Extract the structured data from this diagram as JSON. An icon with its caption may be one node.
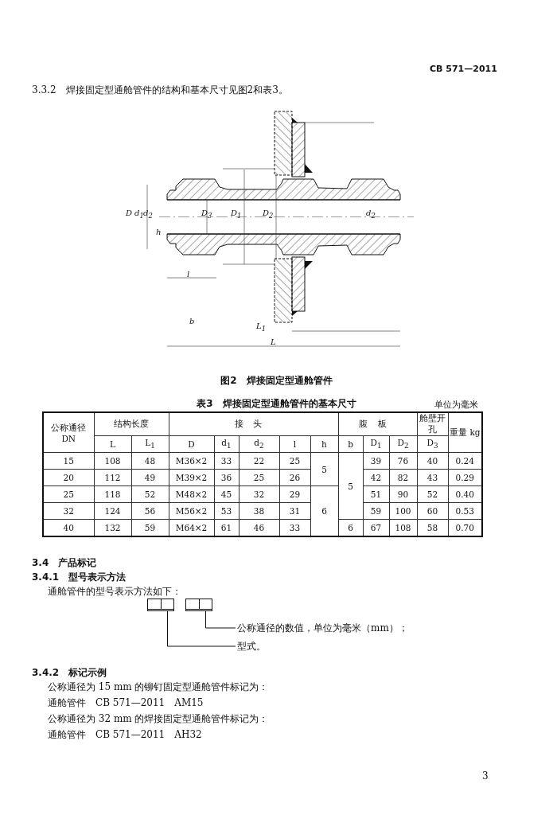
{
  "diagram": {
    "caption": "图2　焊接固定型通舱管件",
    "nodes": [
      {
        "text": [],
        "shape": "box"
      },
      {
        "text": [],
        "shape": "box"
      },
      {
        "text": [
          "公称通径的数值，单位为毫米（mm）；"
        ]
      },
      {
        "text": [
          "型式。"
        ]
      }
    ],
    "edges": [
      {
        "from": 2,
        "to": 1,
        "arrow": "none"
      },
      {
        "from": 3,
        "to": 0,
        "arrow": "none"
      }
    ],
    "labels": [
      "CB 571—2011",
      "3.3.2　焊接固定型通舱管件的结构和基本尺寸见图2和表3。",
      "D",
      "d$_{1}$",
      "d$_{2}$",
      "D$_{3}$",
      "D$_{1}$",
      "D$_{2}$",
      "d$_{2}$",
      "h",
      "l",
      "b",
      "L$_{1}$",
      "L",
      "表3　焊接固定型通舱管件的基本尺寸",
      "单位为毫米",
      "公称通径 DN",
      "结构长度",
      "接头",
      "腹板",
      "舱壁开孔",
      "重量 kg",
      "L",
      "L$_{1}$",
      "D",
      "d$_{1}$",
      "d$_{2}$",
      "l",
      "h",
      "b",
      "D$_{1}$",
      "D$_{2}$",
      "D$_{3}$",
      "15",
      "108",
      "48",
      "M36×2",
      "33",
      "22",
      "25",
      "5",
      "5",
      "39",
      "76",
      "40",
      "0.24",
      "20",
      "112",
      "49",
      "M39×2",
      "36",
      "25",
      "26",
      "42",
      "82",
      "43",
      "0.29",
      "25",
      "118",
      "52",
      "M48×2",
      "45",
      "32",
      "29",
      "6",
      "51",
      "90",
      "52",
      "0.40",
      "32",
      "124",
      "56",
      "M56×2",
      "53",
      "38",
      "31",
      "59",
      "100",
      "60",
      "0.53",
      "40",
      "132",
      "59",
      "M64×2",
      "61",
      "46",
      "33",
      "6",
      "67",
      "108",
      "58",
      "0.70",
      "3.4　产品标记",
      "3.4.1　型号表示方法",
      "通舱管件的型号表示方法如下：",
      "3.4.2　标记示例",
      "公称通径为 15 mm 的铆钉固定型通舱管件标记为：",
      "通舱管件　CB 571—2011　AM15",
      "公称通径为 32 mm 的焊接固定型通舱管件标记为：",
      "通舱管件　CB 571—2011　AH32",
      "3"
    ]
  }
}
